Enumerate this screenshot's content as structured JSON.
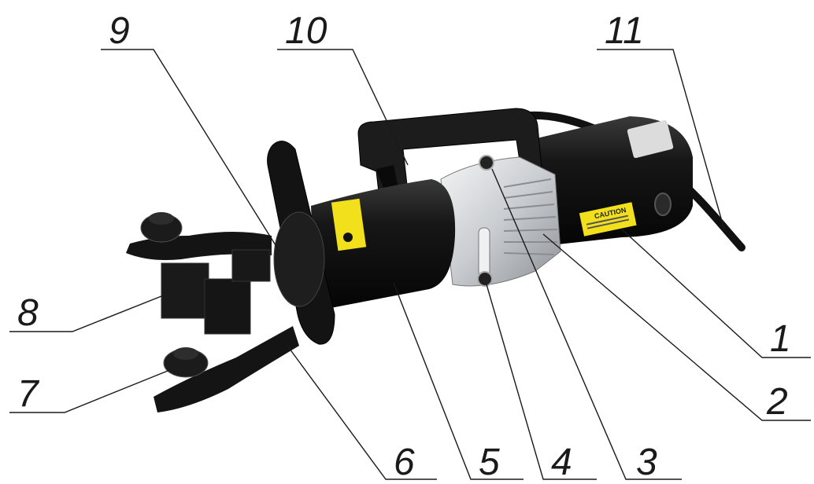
{
  "diagram": {
    "callouts": [
      {
        "id": "1",
        "label": "1"
      },
      {
        "id": "2",
        "label": "2"
      },
      {
        "id": "3",
        "label": "3"
      },
      {
        "id": "4",
        "label": "4"
      },
      {
        "id": "5",
        "label": "5"
      },
      {
        "id": "6",
        "label": "6"
      },
      {
        "id": "7",
        "label": "7"
      },
      {
        "id": "8",
        "label": "8"
      },
      {
        "id": "9",
        "label": "9"
      },
      {
        "id": "10",
        "label": "10"
      },
      {
        "id": "11",
        "label": "11"
      }
    ],
    "caution_label": "CAUTION",
    "colors": {
      "body_black": "#111111",
      "housing_silver": "#d4d6d8",
      "caution_yellow": "#f2e01c",
      "line": "#1a1a1a"
    }
  }
}
